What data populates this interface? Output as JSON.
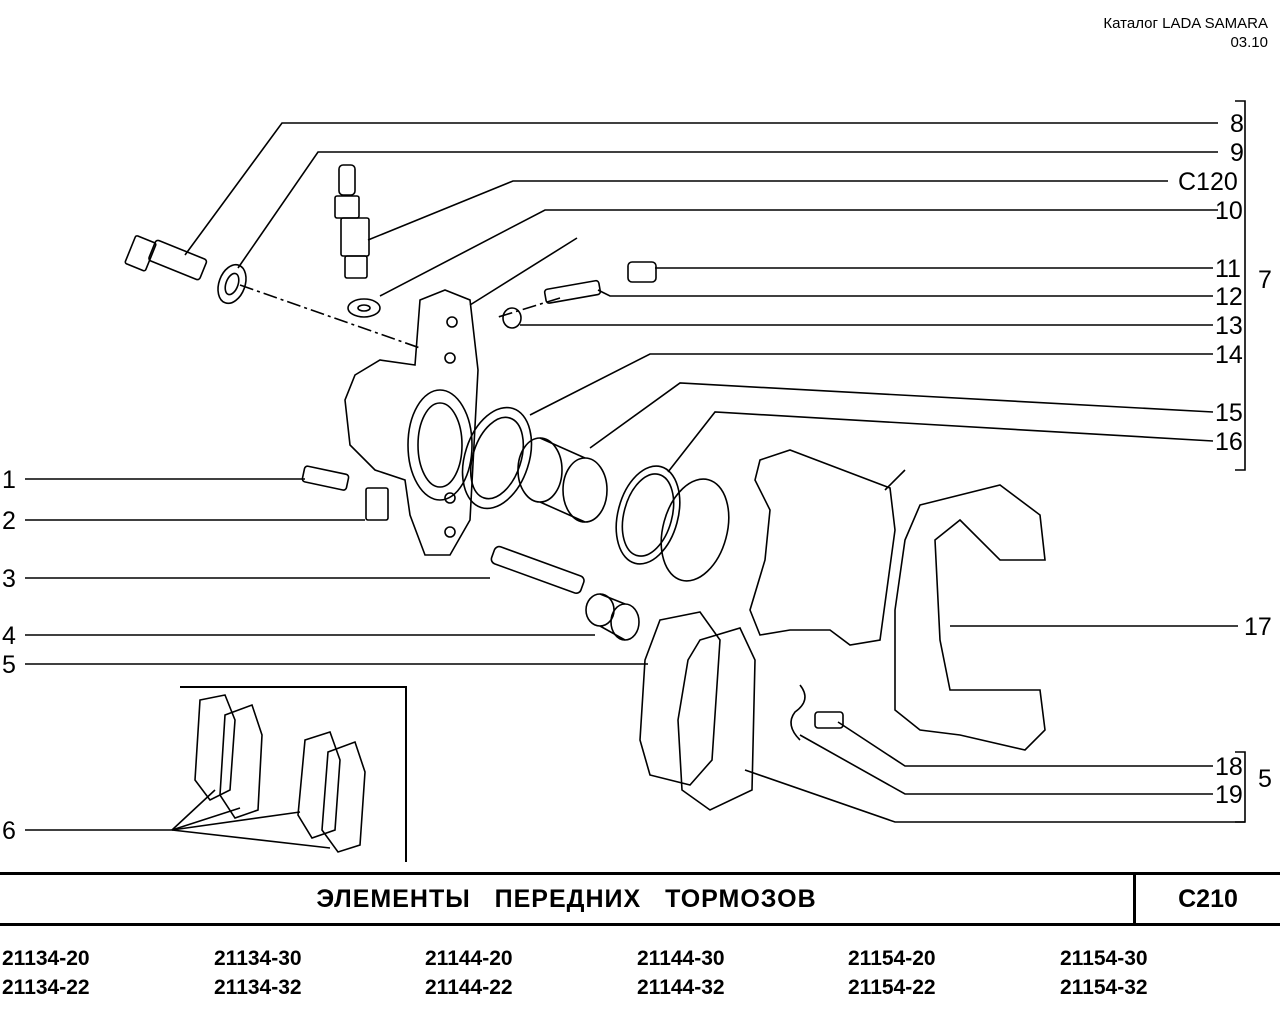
{
  "header": {
    "catalog": "Каталог  LADA  SAMARA",
    "date": "03.10"
  },
  "callouts": {
    "right": [
      "8",
      "9",
      "C120",
      "10",
      "11",
      "12",
      "13",
      "14",
      "15",
      "16",
      "17",
      "18",
      "19"
    ],
    "left": [
      "1",
      "2",
      "3",
      "4",
      "5",
      "6"
    ],
    "group_upper": "7",
    "group_lower": "5"
  },
  "title": {
    "text": "ЭЛЕМЕНТЫ   ПЕРЕДНИХ   ТОРМОЗОВ",
    "code": "C210"
  },
  "models": [
    [
      "21134-20",
      "21134-22"
    ],
    [
      "21134-30",
      "21134-32"
    ],
    [
      "21144-20",
      "21144-22"
    ],
    [
      "21144-30",
      "21144-32"
    ],
    [
      "21154-20",
      "21154-22"
    ],
    [
      "21154-30",
      "21154-32"
    ]
  ]
}
